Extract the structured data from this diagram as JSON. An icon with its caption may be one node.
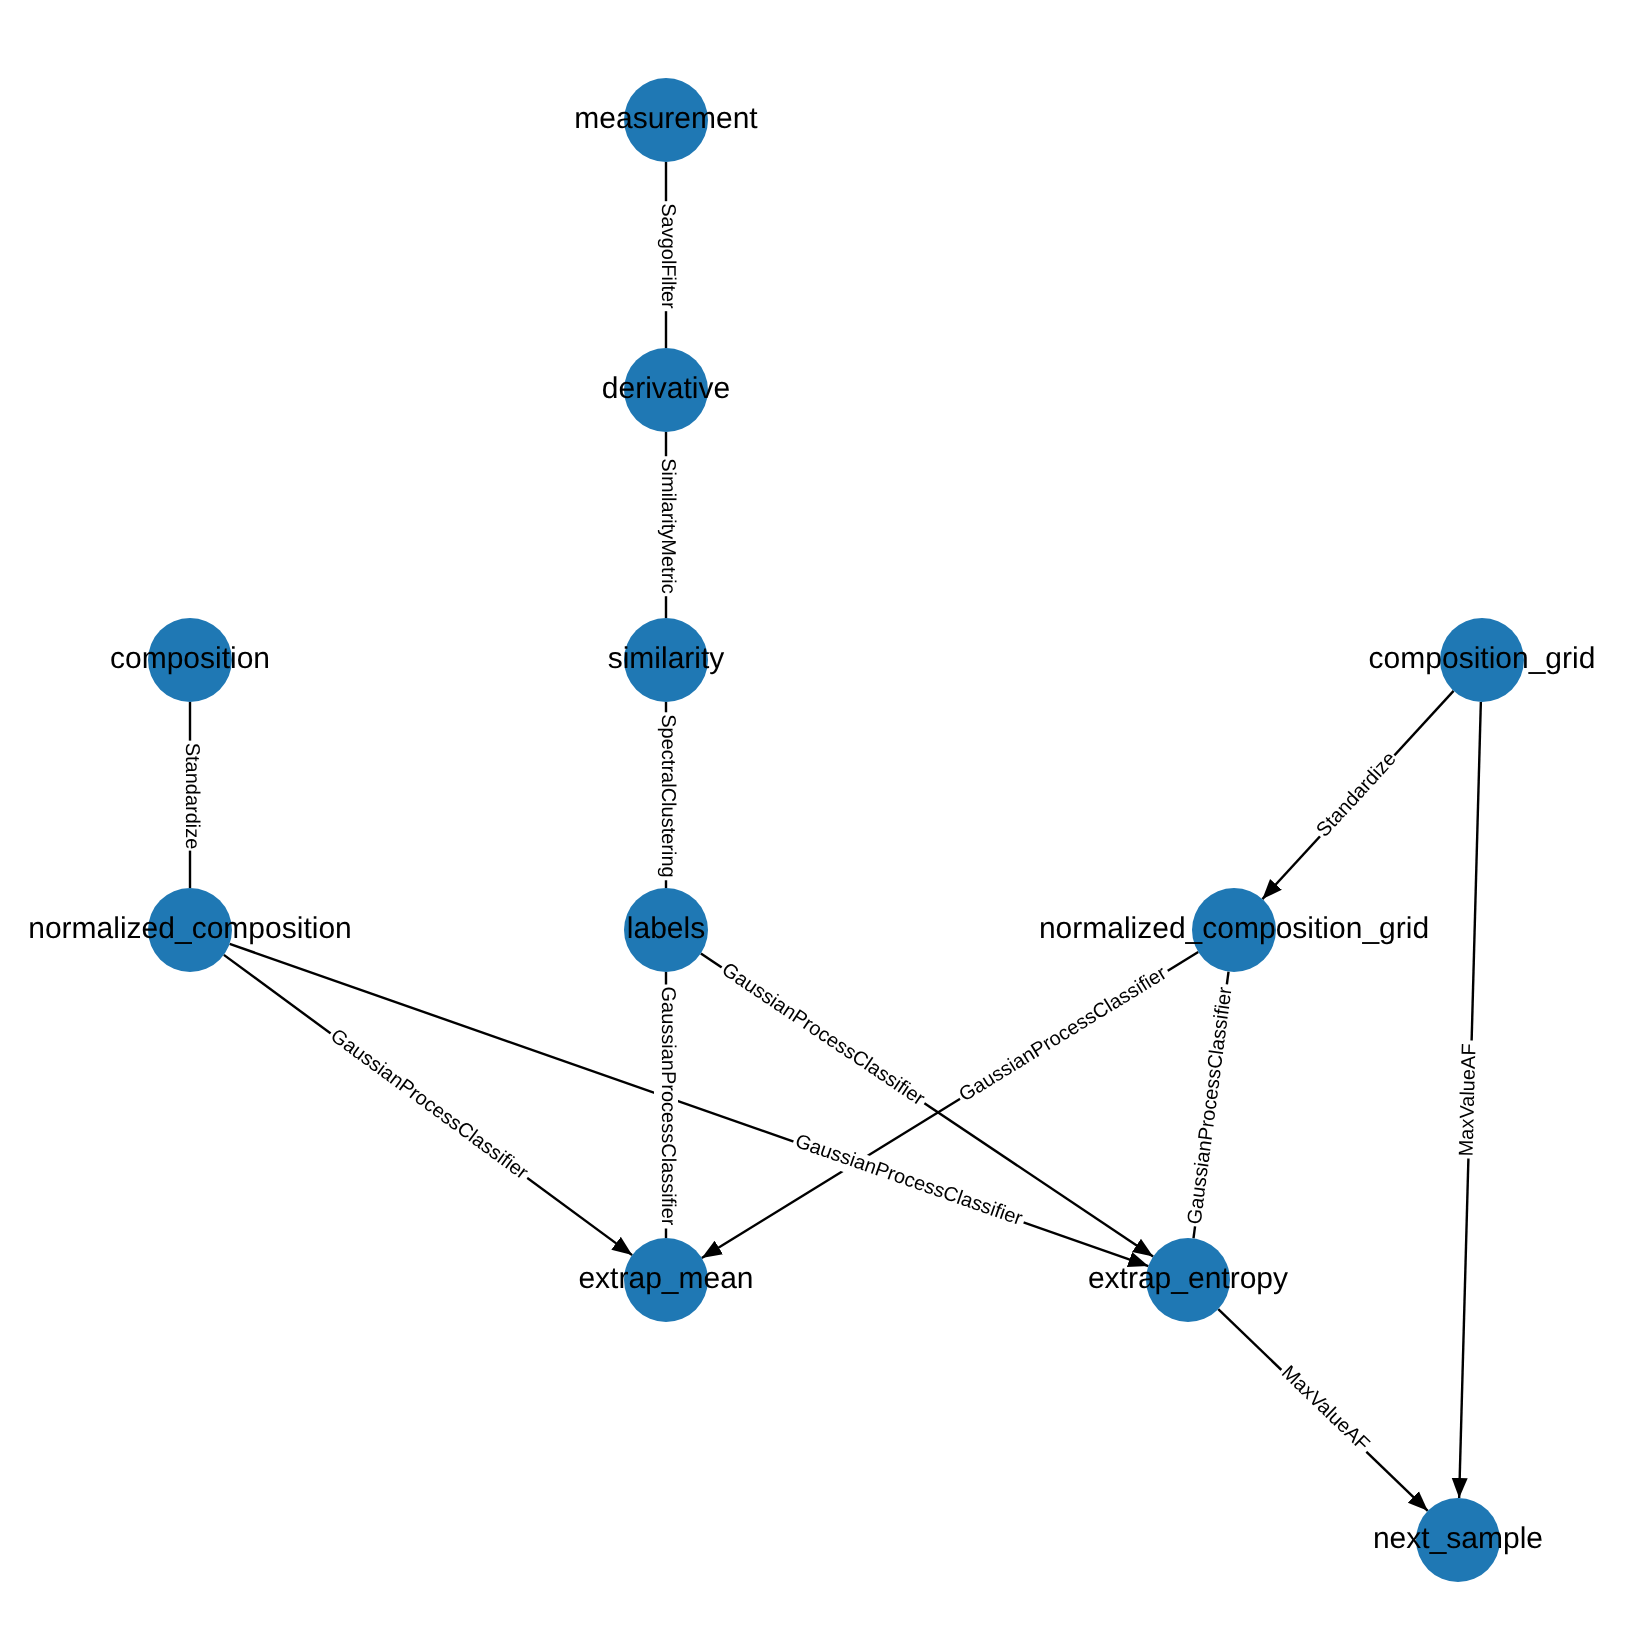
{
  "diagram": {
    "nodes": [
      {
        "text": [
          "measurement"
        ]
      },
      {
        "text": [
          "derivative"
        ]
      },
      {
        "text": [
          "similarity"
        ]
      },
      {
        "text": [
          "labels"
        ]
      },
      {
        "text": [
          "composition"
        ]
      },
      {
        "text": [
          "normalized_composition"
        ]
      },
      {
        "text": [
          "composition_grid"
        ]
      },
      {
        "text": [
          "normalized_composition_grid"
        ]
      },
      {
        "text": [
          "extrap_mean"
        ]
      },
      {
        "text": [
          "extrap_entropy"
        ]
      },
      {
        "text": [
          "next_sample"
        ]
      }
    ],
    "edges": [
      {
        "from": 0,
        "to": 1,
        "arrow": "none",
        "label": "SavgolFilter"
      },
      {
        "from": 1,
        "to": 2,
        "arrow": "none",
        "label": "SimilarityMetric"
      },
      {
        "from": 2,
        "to": 3,
        "arrow": "none",
        "label": "SpectralClustering"
      },
      {
        "from": 4,
        "to": 5,
        "arrow": "none",
        "label": "Standardize"
      },
      {
        "from": 6,
        "to": 7,
        "arrow": "to",
        "label": "Standardize"
      },
      {
        "from": 3,
        "to": 8,
        "arrow": "none",
        "label": "GaussianProcessClassifier"
      },
      {
        "from": 5,
        "to": 8,
        "arrow": "to",
        "label": "GaussianProcessClassifier"
      },
      {
        "from": 5,
        "to": 9,
        "arrow": "to",
        "label": "GaussianProcessClassifier"
      },
      {
        "from": 3,
        "to": 9,
        "arrow": "to",
        "label": "GaussianProcessClassifier"
      },
      {
        "from": 7,
        "to": 8,
        "arrow": "to",
        "label": "GaussianProcessClassifier"
      },
      {
        "from": 7,
        "to": 9,
        "arrow": "none",
        "label": "GaussianProcessClassifier"
      },
      {
        "from": 9,
        "to": 10,
        "arrow": "to",
        "label": "MaxValueAF"
      },
      {
        "from": 6,
        "to": 10,
        "arrow": "to",
        "label": "MaxValueAF"
      }
    ]
  }
}
